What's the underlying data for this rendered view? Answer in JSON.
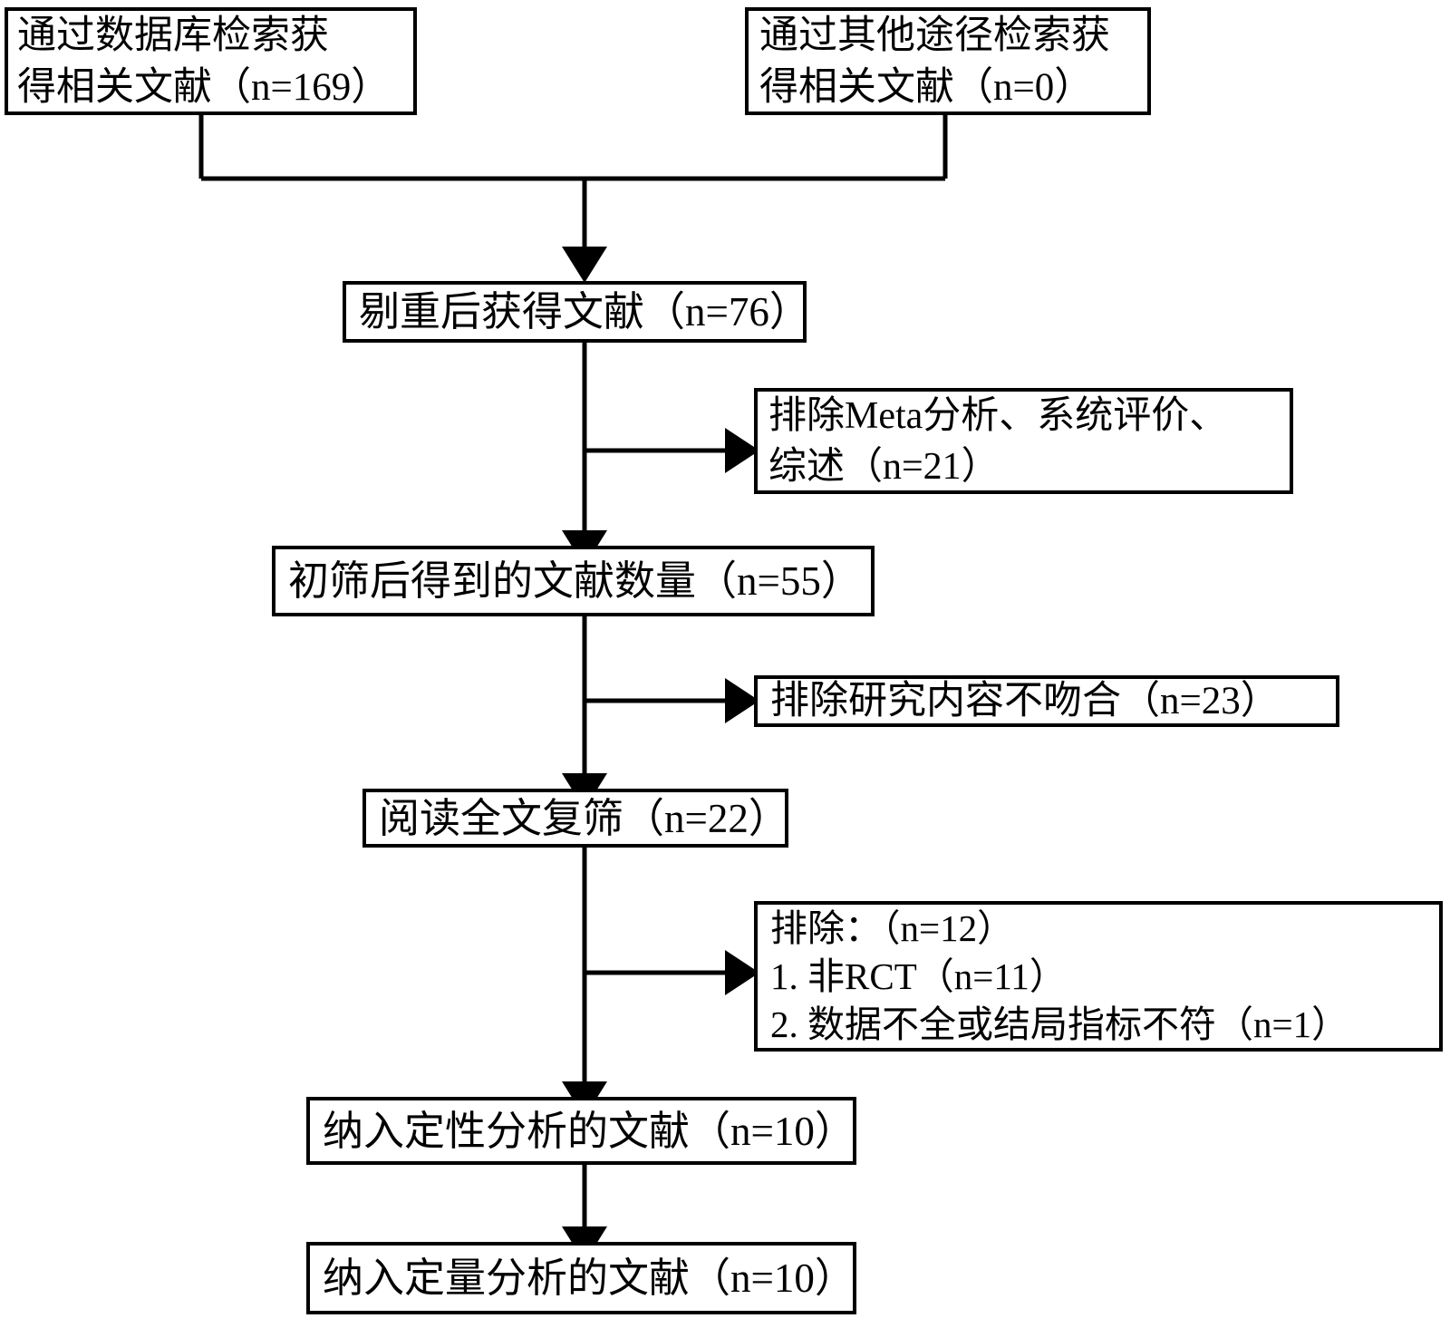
{
  "diagram": {
    "type": "prisma-flow-diagram",
    "language": "zh-CN",
    "background_color": "#ffffff",
    "line_color": "#000000",
    "text_color": "#000000"
  },
  "nodes": {
    "db_search": {
      "name": "database-search",
      "lines": [
        "通过数据库检索获",
        "得相关文献（n=169）"
      ],
      "count": 169
    },
    "other_search": {
      "name": "other-source-search",
      "lines": [
        "通过其他途径检索获",
        "得相关文献（n=0）"
      ],
      "count": 0
    },
    "dedup": {
      "name": "after-deduplication",
      "lines": [
        "剔重后获得文献（n=76）"
      ],
      "count": 76
    },
    "exclude_meta": {
      "name": "excluded-meta-review",
      "lines": [
        "排除Meta分析、系统评价、",
        "综述（n=21）"
      ],
      "count": 21
    },
    "primary_screen": {
      "name": "after-primary-screening",
      "lines": [
        "初筛后得到的文献数量（n=55）"
      ],
      "count": 55
    },
    "exclude_topic": {
      "name": "excluded-topic-mismatch",
      "lines": [
        "排除研究内容不吻合（n=23）"
      ],
      "count": 23
    },
    "fulltext": {
      "name": "full-text-rescreening",
      "lines": [
        "阅读全文复筛（n=22）"
      ],
      "count": 22
    },
    "exclude_final": {
      "name": "excluded-full-text",
      "lines": [
        "排除：（n=12）",
        "1. 非RCT（n=11）",
        "2. 数据不全或结局指标不符（n=1）"
      ],
      "count": 12,
      "reasons": [
        {
          "label": "1. 非RCT（n=11）",
          "count": 11
        },
        {
          "label": "2. 数据不全或结局指标不符（n=1）",
          "count": 1
        }
      ]
    },
    "qualitative": {
      "name": "included-qualitative",
      "lines": [
        "纳入定性分析的文献（n=10）"
      ],
      "count": 10
    },
    "quantitative": {
      "name": "included-quantitative",
      "lines": [
        "纳入定量分析的文献（n=10）"
      ],
      "count": 10
    }
  }
}
